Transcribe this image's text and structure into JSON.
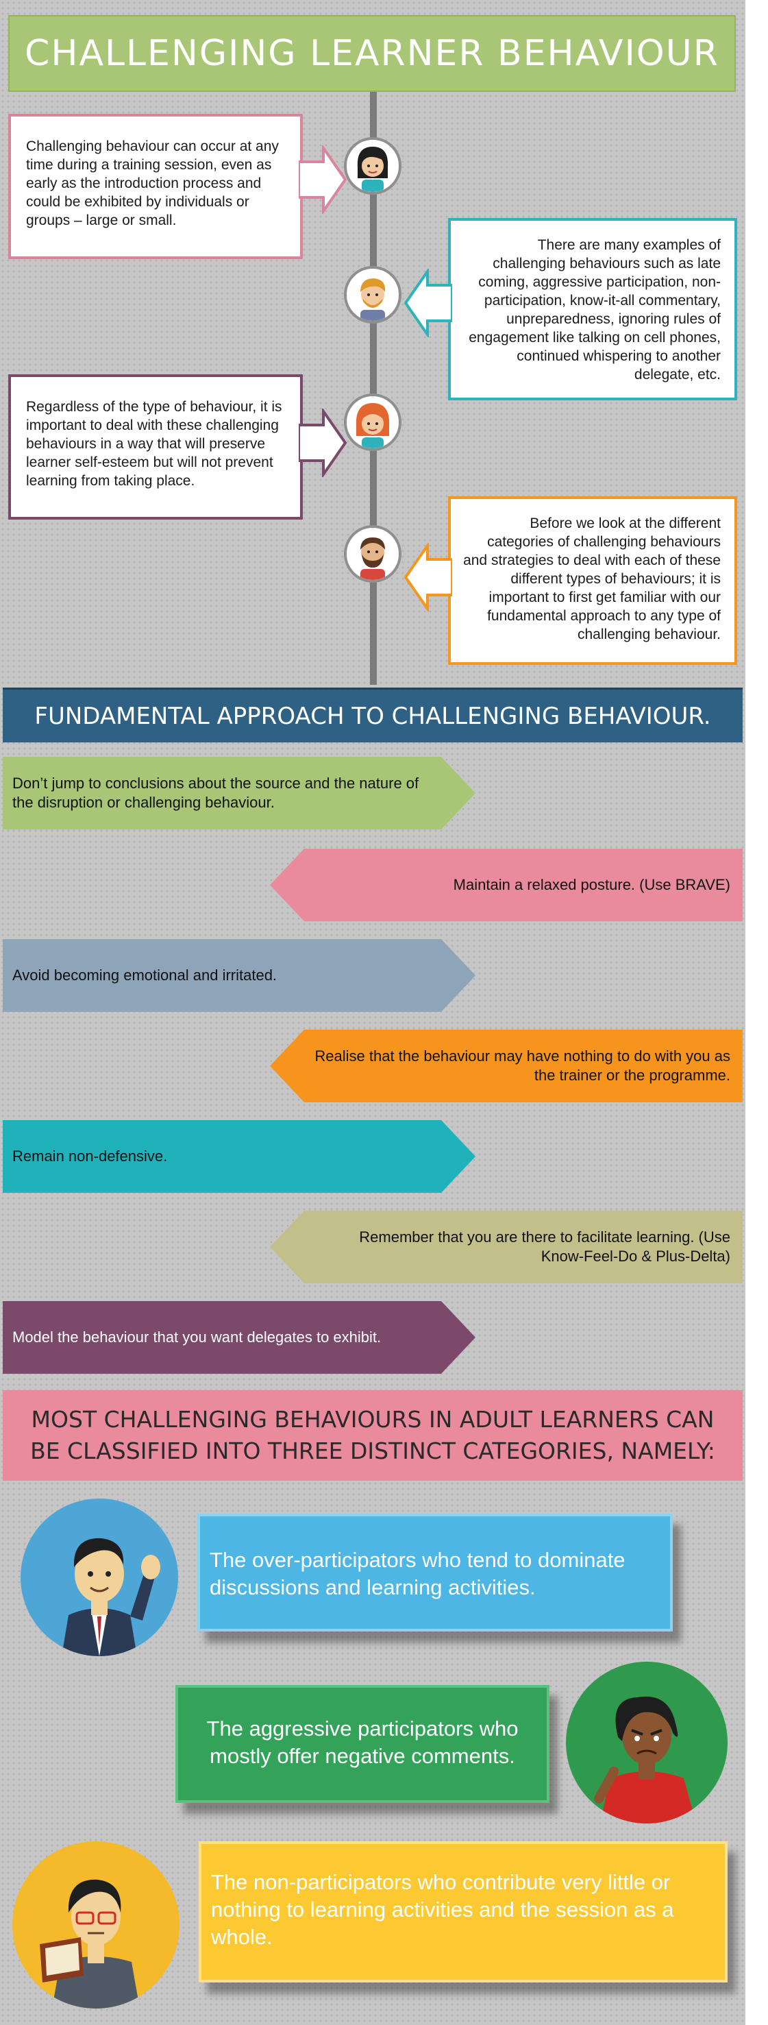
{
  "title": "CHALLENGING LEARNER BEHAVIOUR",
  "timeline": [
    {
      "text": "Challenging behaviour can occur at any time during a training session, even as early as the introduction process and could be exhibited by individuals or groups – large or small.",
      "color": "#d9859c",
      "side": "left",
      "avatar": "woman-dark-hair-icon"
    },
    {
      "text": "There are many examples of challenging behaviours such as late coming, aggressive participation, non-participation, know-it-all commentary, unpreparedness, ignoring rules of engagement like talking on cell phones, continued whispering to another delegate, etc.",
      "color": "#2eb3bc",
      "side": "right",
      "avatar": "man-blond-hair-icon"
    },
    {
      "text": "Regardless of the type of behaviour, it is important to deal with these challenging behaviours in a way that will preserve learner self-esteem but will not prevent learning from taking place.",
      "color": "#7b4a6b",
      "side": "left",
      "avatar": "woman-red-hair-icon"
    },
    {
      "text": "Before we look at the different categories of challenging behaviours and strategies to deal with each of these different types of behaviours; it is important to first get familiar with our fundamental approach to any type of challenging behaviour.",
      "color": "#f5961f",
      "side": "right",
      "avatar": "man-beard-icon"
    }
  ],
  "approach": {
    "heading": "FUNDAMENTAL APPROACH TO CHALLENGING BEHAVIOUR.",
    "steps": [
      {
        "text": "Don’t jump to conclusions about the source and the nature of the disruption or challenging behaviour.",
        "color": "#a8c676"
      },
      {
        "text": "Maintain a relaxed posture. (Use BRAVE)",
        "color": "#ea8a9d"
      },
      {
        "text": "Avoid becoming emotional and irritated.",
        "color": "#8ea4b8"
      },
      {
        "text": "Realise that the behaviour may have nothing to do with you as the trainer or the programme.",
        "color": "#f7941d"
      },
      {
        "text": "Remain non-defensive.",
        "color": "#1fb2bb"
      },
      {
        "text": "Remember that you are there to facilitate learning. (Use Know-Feel-Do & Plus-Delta)",
        "color": "#c3bf8b"
      },
      {
        "text": "Model the behaviour that you want delegates to exhibit.",
        "color": "#7b4a6b"
      }
    ]
  },
  "categories": {
    "heading_line1": "MOST CHALLENGING BEHAVIOURS IN ADULT LEARNERS CAN",
    "heading_line2": "BE CLASSIFIED INTO THREE DISTINCT CATEGORIES, NAMELY:",
    "items": [
      {
        "text": "The over-participators who tend to dominate discussions and learning activities.",
        "color": "#4db6e4",
        "icon": "raised-hand-man-icon"
      },
      {
        "text": "The aggressive participators who mostly offer negative comments.",
        "color": "#33a35a",
        "icon": "angry-woman-icon"
      },
      {
        "text": "The non-participators who contribute very little or nothing to learning activities and the session as a whole.",
        "color": "#fcc932",
        "icon": "bored-reader-icon"
      }
    ]
  }
}
